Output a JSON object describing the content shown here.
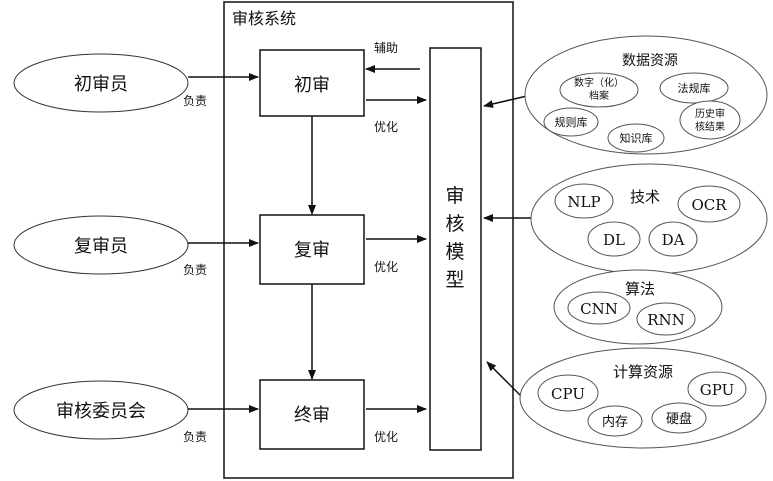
{
  "system": {
    "title": "审核系统"
  },
  "reviewers": [
    {
      "name": "初审员",
      "edge": "负责"
    },
    {
      "name": "复审员",
      "edge": "负责"
    },
    {
      "name": "审核委员会",
      "edge": "负责"
    }
  ],
  "stages": [
    {
      "name": "初审",
      "assist": "辅助",
      "optimize": "优化"
    },
    {
      "name": "复审",
      "optimize": "优化"
    },
    {
      "name": "终审",
      "optimize": "优化"
    }
  ],
  "model": {
    "chars": [
      "审",
      "核",
      "模",
      "型"
    ]
  },
  "resources": {
    "data": {
      "title": "数据资源",
      "items": [
        {
          "lines": [
            "数字（化）",
            "档案"
          ]
        },
        {
          "lines": [
            "法规库"
          ]
        },
        {
          "lines": [
            "规则库"
          ]
        },
        {
          "lines": [
            "知识库"
          ]
        },
        {
          "lines": [
            "历史审",
            "核结果"
          ]
        }
      ]
    },
    "tech": {
      "title": "技术",
      "items": [
        "NLP",
        "OCR",
        "DL",
        "DA"
      ]
    },
    "algo": {
      "title": "算法",
      "items": [
        "CNN",
        "RNN"
      ]
    },
    "compute": {
      "title": "计算资源",
      "items": [
        "CPU",
        "GPU",
        "内存",
        "硬盘"
      ]
    }
  }
}
